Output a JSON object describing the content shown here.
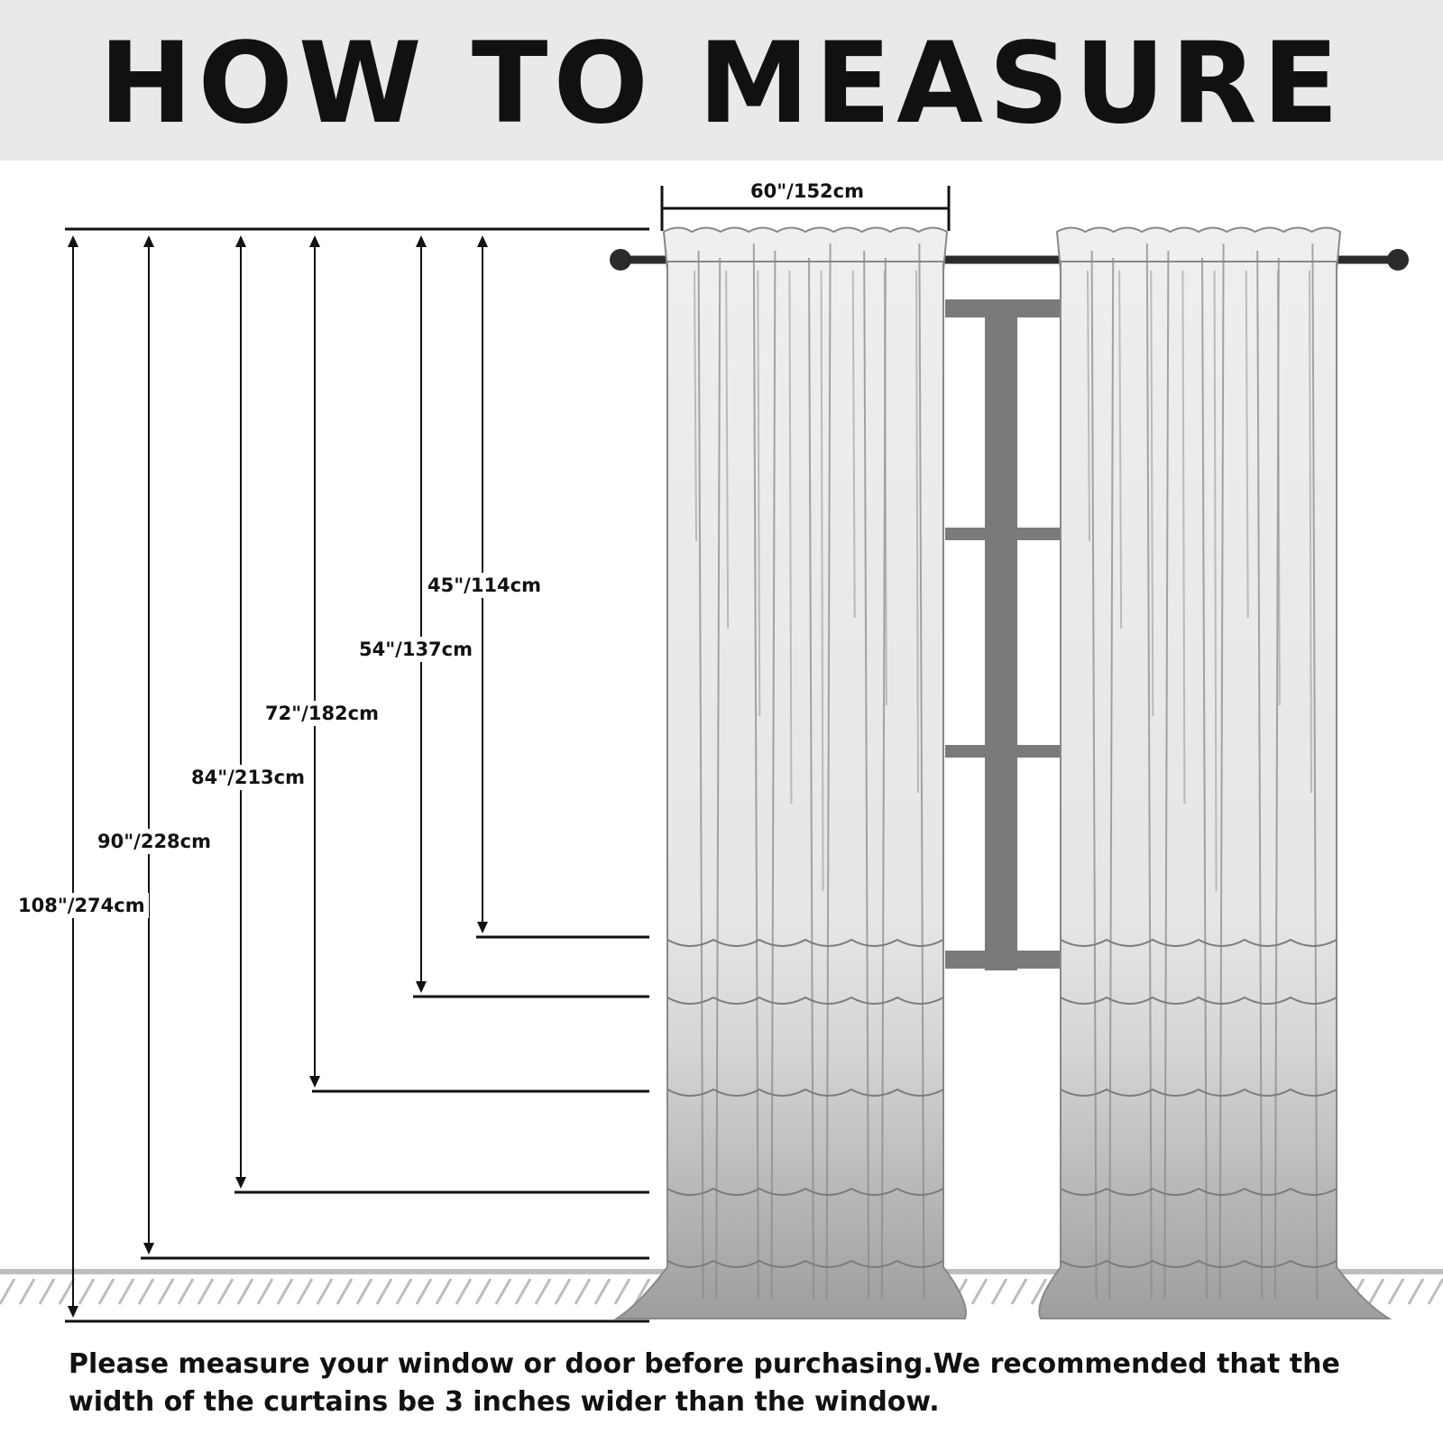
{
  "title": "HOW TO MEASURE",
  "width_label": "60\"/152cm",
  "lengths": [
    {
      "label": "108\"/274cm"
    },
    {
      "label": "90\"/228cm"
    },
    {
      "label": "84\"/213cm"
    },
    {
      "label": "72\"/182cm"
    },
    {
      "label": "54\"/137cm"
    },
    {
      "label": "45\"/114cm"
    }
  ],
  "note": "Please measure your window or door before purchasing.We recommended that the width of the curtains be 3 inches wider than the window.",
  "colors": {
    "header_bg": "#e9e9ec",
    "curtain_top": "#ededed",
    "curtain_bottom": "#9e9e9e",
    "window_frame": "#7a7a7a",
    "rod": "#2b2b2b",
    "floor": "#bdbdbd"
  }
}
